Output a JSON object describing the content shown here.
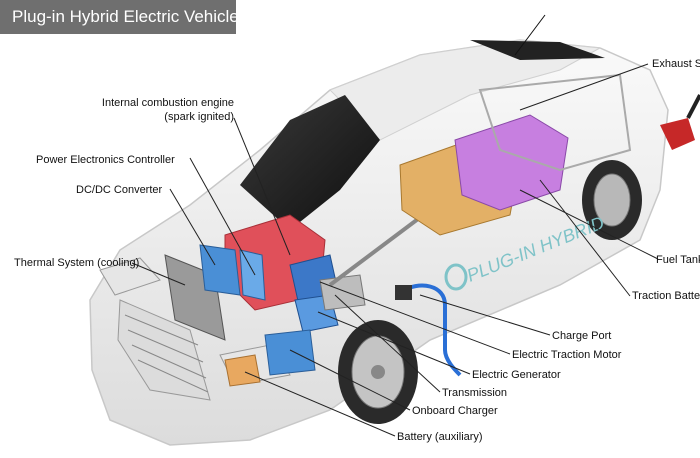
{
  "title": "Plug-in Hybrid Electric Vehicle",
  "car_side_text": "PLUG-IN HYBRID",
  "labels": {
    "ice_line1": "Internal combustion engine",
    "ice_line2": "(spark ignited)",
    "pec": "Power Electronics Controller",
    "dcdc": "DC/DC Converter",
    "thermal": "Thermal System (cooling)",
    "exhaust": "Exhaust Sy",
    "fuel_tank": "Fuel Tank",
    "traction_battery": "Traction Batte",
    "charge_port": "Charge Port",
    "traction_motor": "Electric Traction Motor",
    "generator": "Electric Generator",
    "transmission": "Transmission",
    "onboard_charger": "Onboard Charger",
    "battery_aux": "Battery (auxiliary)"
  },
  "colors": {
    "title_bg": "#6f6f6f",
    "car_body": "#f4f4f4",
    "glass": "#1c1c1c",
    "engine": "#e0505a",
    "fuel_tank": "#e3b066",
    "traction_battery": "#c77fe0",
    "electric_components": "#4a8fd6",
    "aux_battery": "#e8a860"
  }
}
